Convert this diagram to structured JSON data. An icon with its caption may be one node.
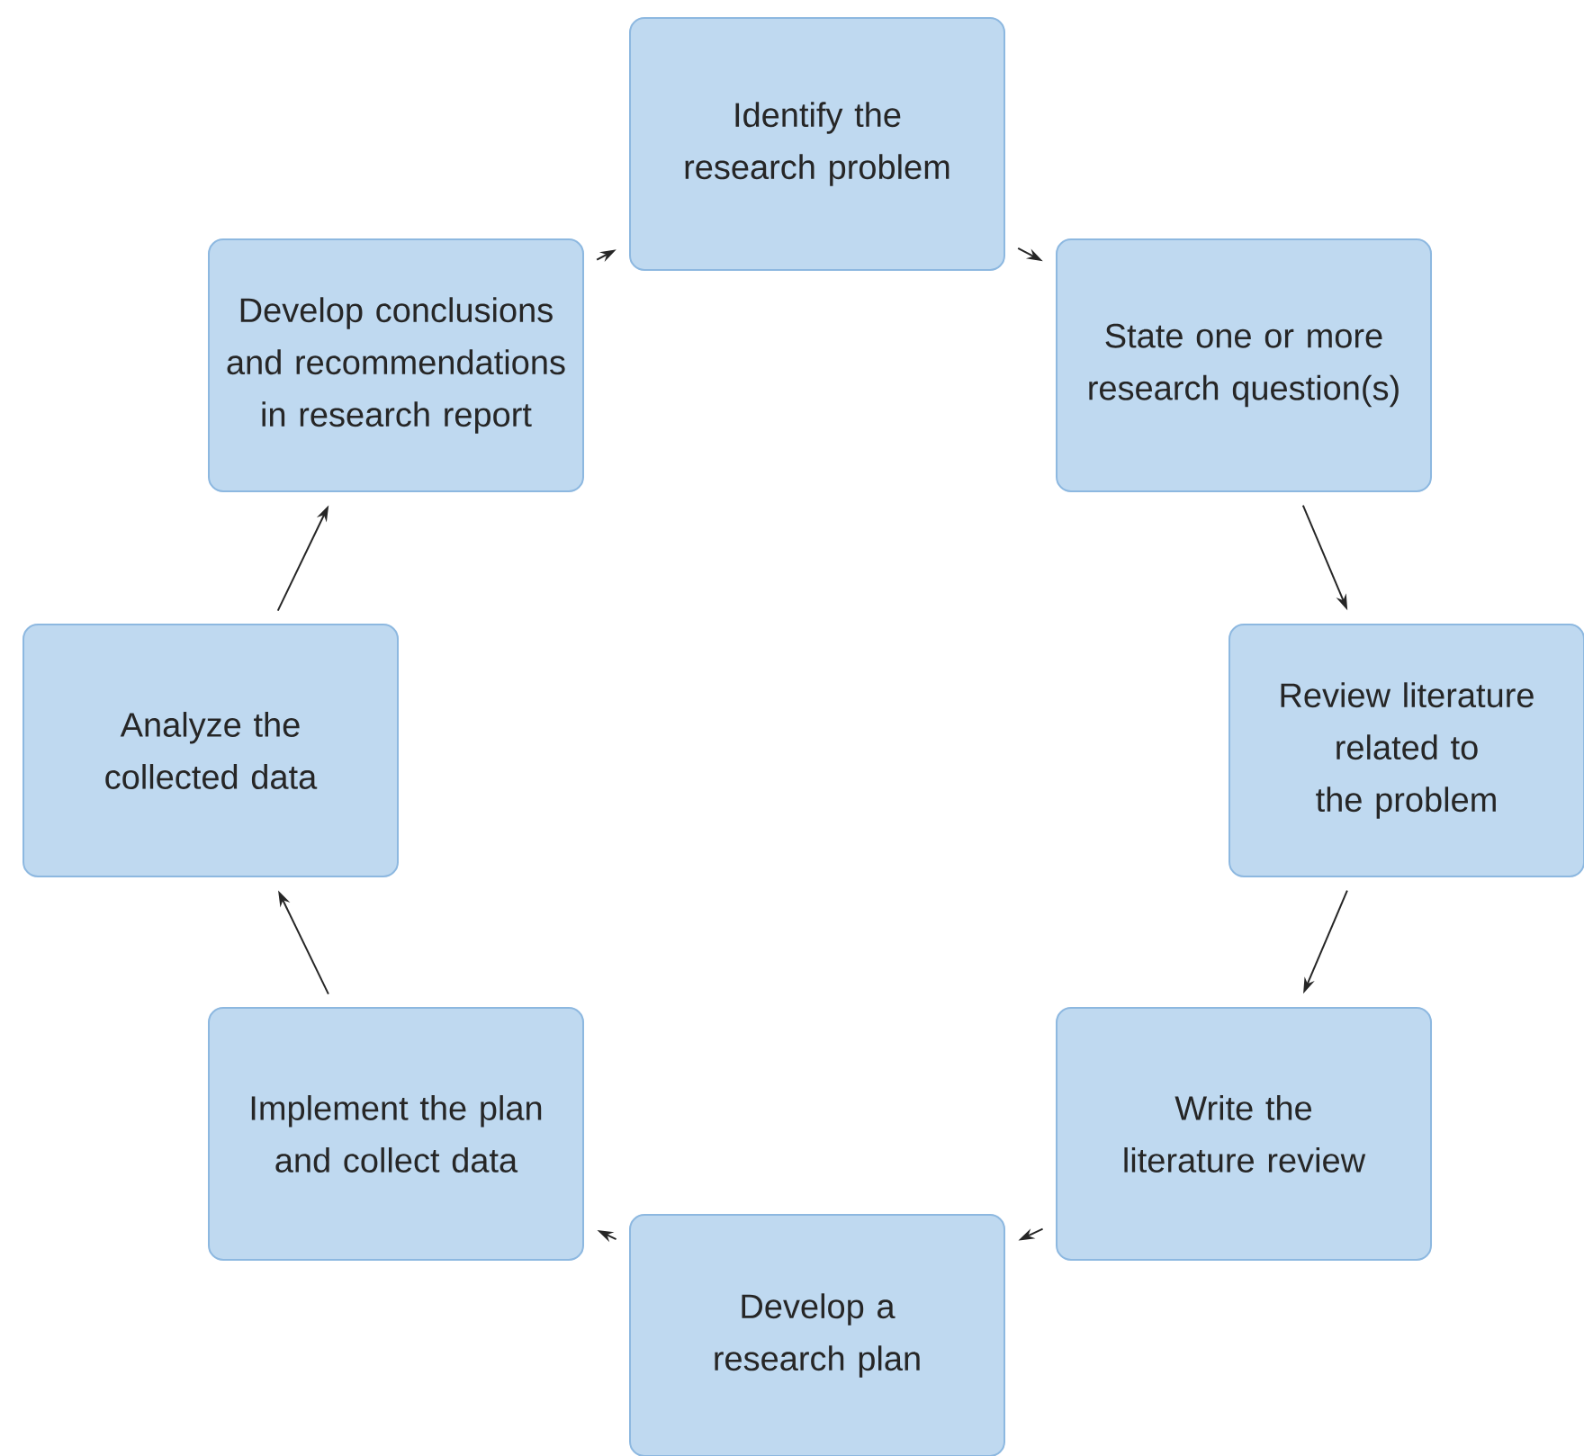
{
  "diagram": {
    "nodes": [
      {
        "text": [
          "Identify the research problem"
        ]
      },
      {
        "text": [
          "State one or more research question(s)"
        ]
      },
      {
        "text": [
          "Review literature related to the problem"
        ]
      },
      {
        "text": [
          "Write the literature review"
        ]
      },
      {
        "text": [
          "Develop a research plan"
        ]
      },
      {
        "text": [
          "Implement the plan and collect data"
        ]
      },
      {
        "text": [
          "Analyze the collected data"
        ]
      },
      {
        "text": [
          "Develop conclusions and recommendations in research report"
        ]
      }
    ],
    "edges": [
      {
        "from": 0,
        "to": 1,
        "arrow": "to"
      },
      {
        "from": 1,
        "to": 2,
        "arrow": "to"
      },
      {
        "from": 2,
        "to": 3,
        "arrow": "to"
      },
      {
        "from": 3,
        "to": 4,
        "arrow": "to"
      },
      {
        "from": 4,
        "to": 5,
        "arrow": "to"
      },
      {
        "from": 5,
        "to": 6,
        "arrow": "to"
      },
      {
        "from": 6,
        "to": 7,
        "arrow": "to"
      },
      {
        "from": 7,
        "to": 0,
        "arrow": "to"
      }
    ]
  }
}
